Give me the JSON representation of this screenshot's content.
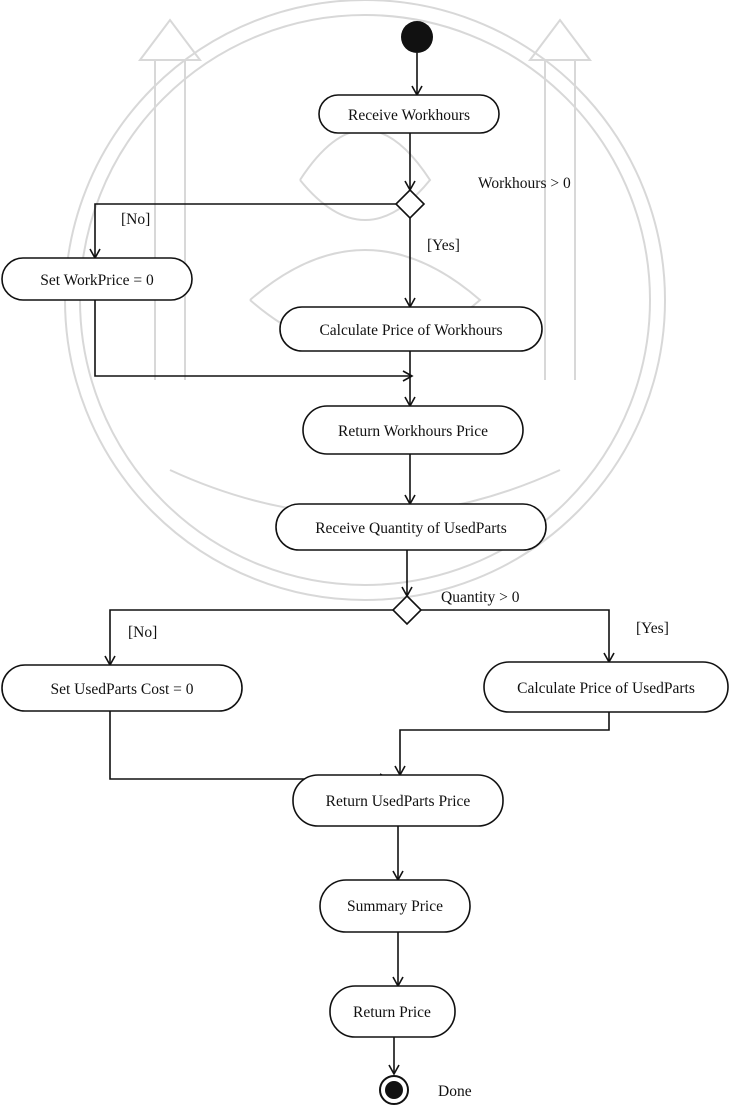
{
  "nodes": {
    "receive_workhours": "Receive Workhours",
    "set_workprice": "Set WorkPrice = 0",
    "calc_workhours": "Calculate Price of Workhours",
    "return_workhours": "Return Workhours Price",
    "receive_quantity": "Receive Quantity of UsedParts",
    "set_usedparts": "Set UsedParts Cost = 0",
    "calc_usedparts": "Calculate Price of UsedParts",
    "return_usedparts": "Return UsedParts Price",
    "summary": "Summary Price",
    "return_price": "Return Price"
  },
  "guards": {
    "workhours_cond": "Workhours > 0",
    "workhours_no": "[No]",
    "workhours_yes": "[Yes]",
    "quantity_cond": "Quantity > 0",
    "quantity_no": "[No]",
    "quantity_yes": "[Yes]"
  },
  "final_label": "Done"
}
